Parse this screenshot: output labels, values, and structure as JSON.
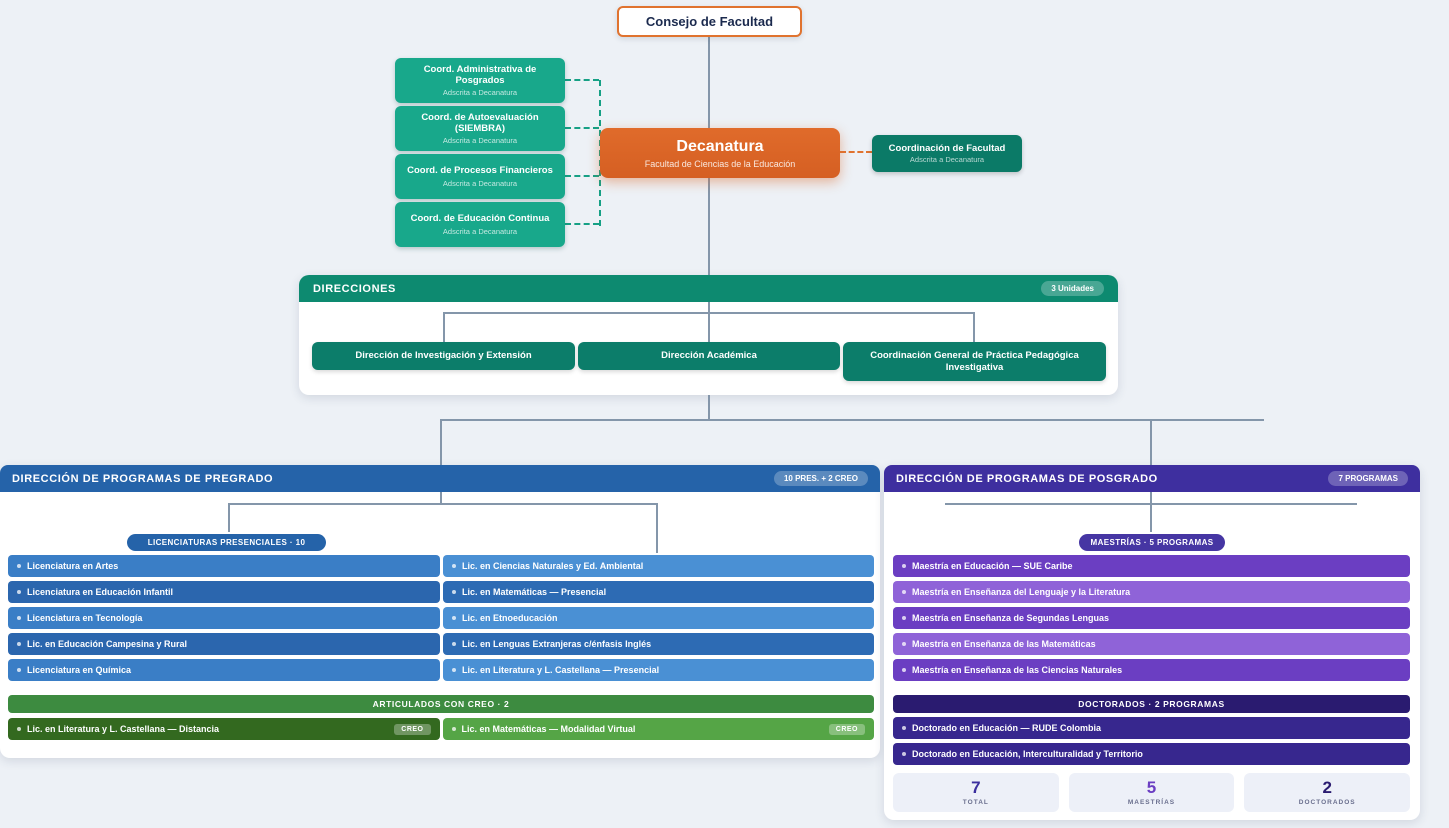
{
  "palette": {
    "background": "#edf1f6",
    "orange_accent": "#e0732f",
    "teal": "#18a88b",
    "dark_teal": "#0b7a67",
    "direcciones_green": "#0d8a70",
    "pregrado_blue": "#2563a9",
    "creo_green": "#3d8b40",
    "posgrado_purple": "#3e2f9f",
    "doctorado_indigo": "#2a1b70"
  },
  "consejo": {
    "title": "Consejo de Facultad"
  },
  "coordinaciones": [
    {
      "title": "Coord. Administrativa de Posgrados",
      "subtitle": "Adscrita a Decanatura"
    },
    {
      "title": "Coord. de Autoevaluación (SIEMBRA)",
      "subtitle": "Adscrita a Decanatura"
    },
    {
      "title": "Coord. de Procesos Financieros",
      "subtitle": "Adscrita a Decanatura"
    },
    {
      "title": "Coord. de Educación Continua",
      "subtitle": "Adscrita a Decanatura"
    }
  ],
  "decanatura": {
    "title": "Decanatura",
    "subtitle": "Facultad de Ciencias de la Educación"
  },
  "coordinacion_facultad": {
    "title": "Coordinación de Facultad",
    "subtitle": "Adscrita a Decanatura"
  },
  "direcciones": {
    "header": "DIRECCIONES",
    "badge": "3 Unidades",
    "units": [
      "Dirección de Investigación y Extensión",
      "Dirección Académica",
      "Coordinación General de Práctica Pedagógica Investigativa"
    ]
  },
  "pregrado": {
    "header": "DIRECCIÓN DE PROGRAMAS DE PREGRADO",
    "badge": "10 PRES. + 2 CREO",
    "presenciales_label": "LICENCIATURAS PRESENCIALES · 10",
    "col_left": [
      "Licenciatura en Artes",
      "Licenciatura en Educación Infantil",
      "Licenciatura en Tecnología",
      "Lic. en Educación Campesina y Rural",
      "Licenciatura en Química"
    ],
    "col_right": [
      "Lic. en Ciencias Naturales y Ed. Ambiental",
      "Lic. en Matemáticas — Presencial",
      "Lic. en Etnoeducación",
      "Lic. en Lenguas Extranjeras c/énfasis Inglés",
      "Lic. en Literatura y L. Castellana — Presencial"
    ],
    "creo_label": "ARTICULADOS CON CREO · 2",
    "creo_items": [
      {
        "label": "Lic. en Literatura y L. Castellana — Distancia",
        "badge": "CREO"
      },
      {
        "label": "Lic. en Matemáticas — Modalidad Virtual",
        "badge": "CREO"
      }
    ]
  },
  "posgrado": {
    "header": "DIRECCIÓN DE PROGRAMAS DE POSGRADO",
    "badge": "7 PROGRAMAS",
    "maestrias_label": "MAESTRÍAS · 5 PROGRAMAS",
    "maestrias": [
      "Maestría en Educación — SUE Caribe",
      "Maestría en Enseñanza del Lenguaje y la Literatura",
      "Maestría en Enseñanza de Segundas Lenguas",
      "Maestría en Enseñanza de las Matemáticas",
      "Maestría en Enseñanza de las Ciencias Naturales"
    ],
    "doctorados_label": "DOCTORADOS · 2 PROGRAMAS",
    "doctorados": [
      "Doctorado en Educación — RUDE Colombia",
      "Doctorado en Educación, Interculturalidad y Territorio"
    ],
    "stats": [
      {
        "value": "7",
        "label": "TOTAL"
      },
      {
        "value": "5",
        "label": "MAESTRÍAS"
      },
      {
        "value": "2",
        "label": "DOCTORADOS"
      }
    ]
  }
}
